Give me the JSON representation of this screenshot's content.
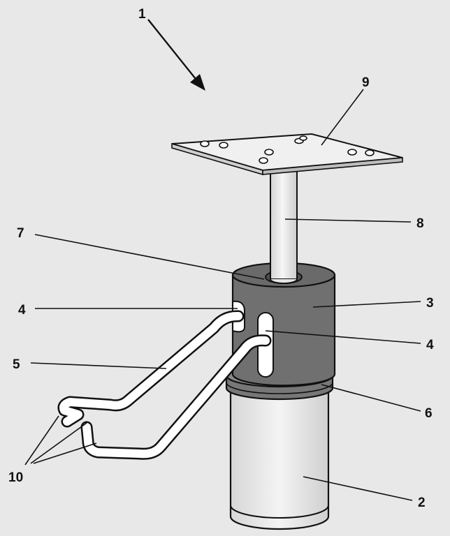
{
  "labels": {
    "l1": "1",
    "l2": "2",
    "l3": "3",
    "l4a": "4",
    "l4b": "4",
    "l5": "5",
    "l6": "6",
    "l7": "7",
    "l8": "8",
    "l9": "9",
    "l10": "10"
  }
}
